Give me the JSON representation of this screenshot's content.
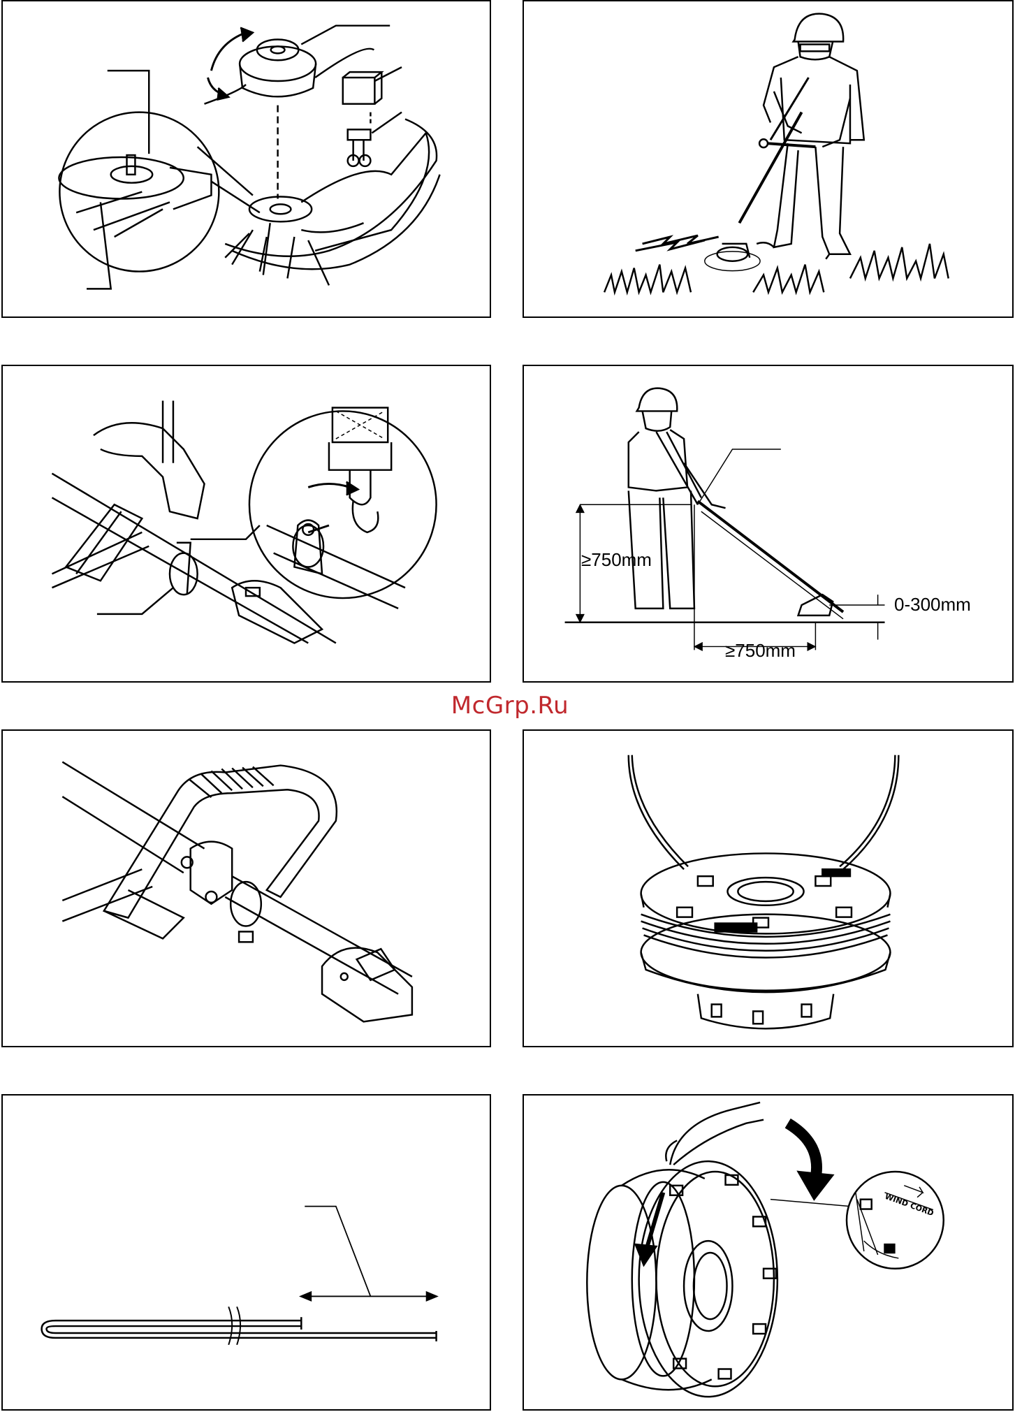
{
  "watermark": "McGrp.Ru",
  "figures": {
    "harness_height": {
      "height": "≥750mm",
      "distance": "≥750mm",
      "ground_clearance": "0-300mm"
    },
    "spool_label": "WIND CORD"
  },
  "colors": {
    "line": "#000000",
    "paper": "#ffffff",
    "watermark": "#c0282d"
  }
}
